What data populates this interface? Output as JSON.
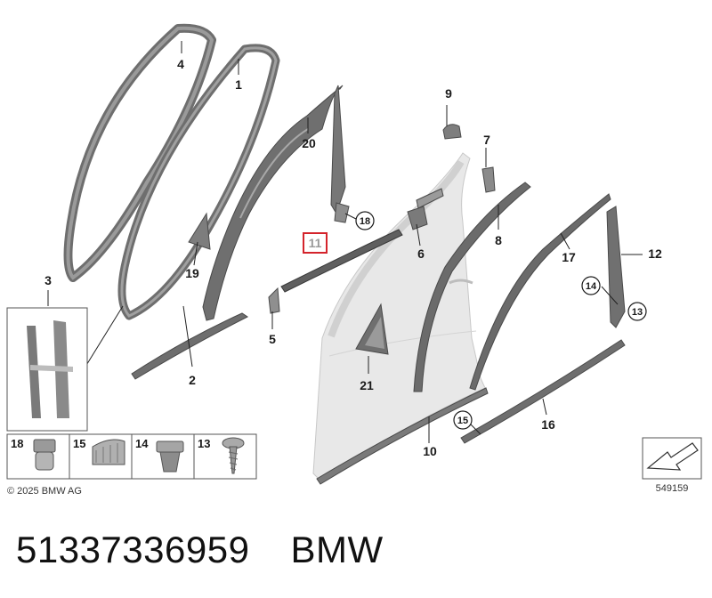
{
  "callouts": {
    "c1": "1",
    "c2": "2",
    "c3": "3",
    "c4": "4",
    "c5": "5",
    "c6": "6",
    "c7": "7",
    "c8": "8",
    "c9": "9",
    "c10": "10",
    "c11": "11",
    "c12": "12",
    "c13": "13",
    "c14": "14",
    "c15": "15",
    "c16": "16",
    "c17": "17",
    "c18": "18",
    "c19": "19",
    "c20": "20",
    "c21": "21"
  },
  "legend": {
    "l18": "18",
    "l15": "15",
    "l14": "14",
    "l13": "13"
  },
  "copyright": "© 2025 BMW AG",
  "diagram_id": "549159",
  "footer": {
    "part_number": "51337336959",
    "brand": "BMW"
  },
  "colors": {
    "highlight": "#d4242c",
    "part_fill": "#8a8a8a",
    "door_fill": "#e6e6e6"
  }
}
